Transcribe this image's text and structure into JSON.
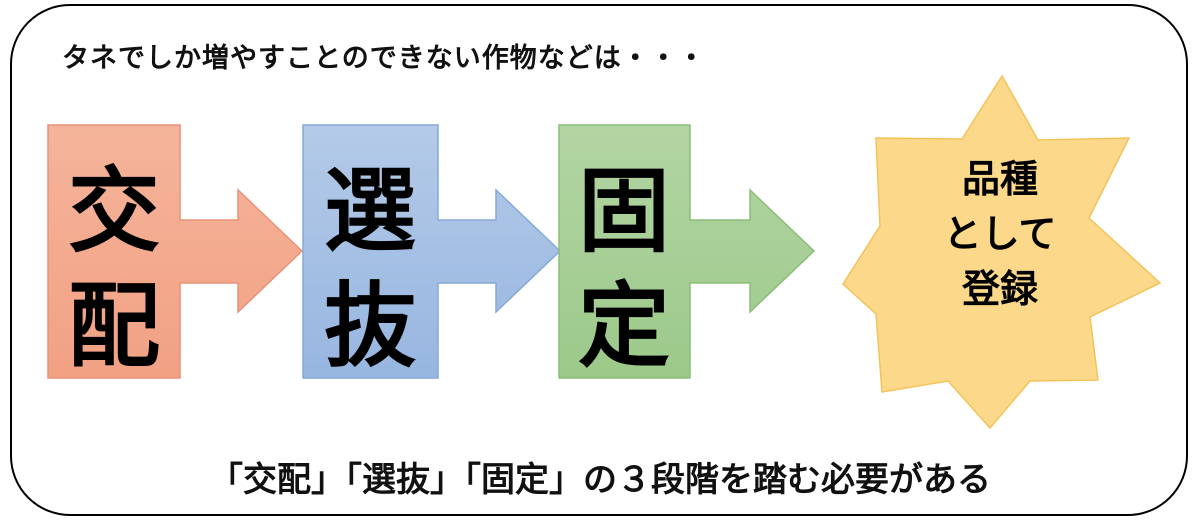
{
  "intro_text": "タネでしか増やすことのできない作物などは・・・",
  "steps": [
    {
      "line1": "交",
      "line2": "配",
      "fill": "#f4b49b",
      "stroke": "#e8927a",
      "gradient_bottom": "#f2a183"
    },
    {
      "line1": "選",
      "line2": "抜",
      "fill": "#b4cae8",
      "stroke": "#86a9d8",
      "gradient_bottom": "#97b6e0"
    },
    {
      "line1": "固",
      "line2": "定",
      "fill": "#b3d5a3",
      "stroke": "#8cbd79",
      "gradient_bottom": "#9cc98a"
    }
  ],
  "goal": {
    "line1": "品種",
    "line2": "として",
    "line3": "登録",
    "fill": "#fcd98a",
    "stroke": "#f3c35a"
  },
  "conclusion_text": "「交配」「選抜」「固定」の３段階を踏む必要がある"
}
